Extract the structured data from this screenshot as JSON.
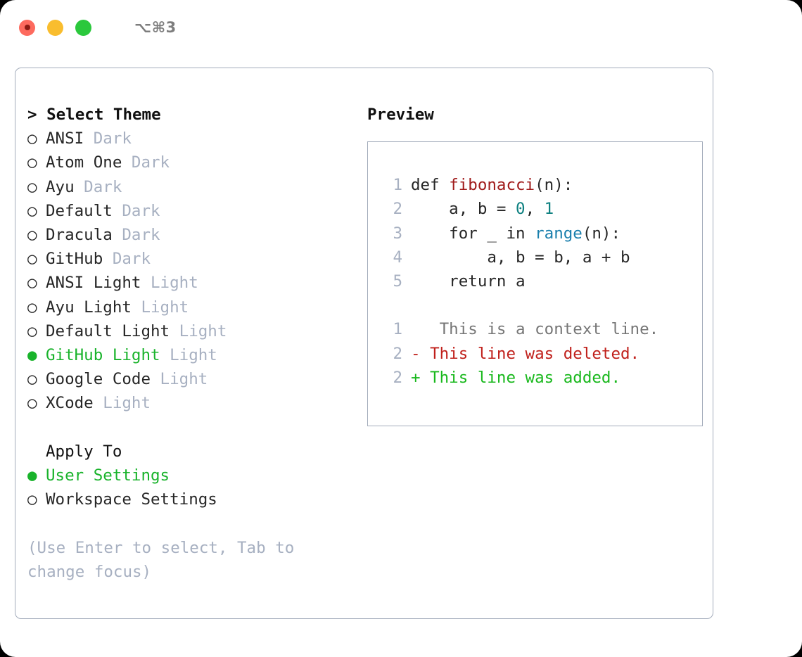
{
  "titlebar": {
    "shortcut": "⌥⌘3",
    "buttons": [
      {
        "name": "close",
        "color": "#fd6a5e"
      },
      {
        "name": "minimize",
        "color": "#f9bd2e"
      },
      {
        "name": "maximize",
        "color": "#2bc83c"
      }
    ]
  },
  "theme_list": {
    "header": "> Select Theme",
    "marker_selected": "●",
    "marker_unselected": "○",
    "items": [
      {
        "label": "ANSI",
        "variant": "Dark",
        "selected": false
      },
      {
        "label": "Atom One",
        "variant": "Dark",
        "selected": false
      },
      {
        "label": "Ayu",
        "variant": "Dark",
        "selected": false
      },
      {
        "label": "Default",
        "variant": "Dark",
        "selected": false
      },
      {
        "label": "Dracula",
        "variant": "Dark",
        "selected": false
      },
      {
        "label": "GitHub",
        "variant": "Dark",
        "selected": false
      },
      {
        "label": "ANSI Light",
        "variant": "Light",
        "selected": false
      },
      {
        "label": "Ayu Light",
        "variant": "Light",
        "selected": false
      },
      {
        "label": "Default Light",
        "variant": "Light",
        "selected": false
      },
      {
        "label": "GitHub Light",
        "variant": "Light",
        "selected": true
      },
      {
        "label": "Google Code",
        "variant": "Light",
        "selected": false
      },
      {
        "label": "XCode",
        "variant": "Light",
        "selected": false
      }
    ]
  },
  "apply_to": {
    "header": "Apply To",
    "items": [
      {
        "label": "User Settings",
        "selected": true
      },
      {
        "label": "Workspace Settings",
        "selected": false
      }
    ]
  },
  "hint": "(Use Enter to select, Tab to change focus)",
  "preview": {
    "title": "Preview",
    "code_lines": [
      {
        "num": "1",
        "segments": [
          {
            "text": "def ",
            "type": "plain"
          },
          {
            "text": "fibonacci",
            "type": "fn"
          },
          {
            "text": "(n):",
            "type": "plain"
          }
        ]
      },
      {
        "num": "2",
        "segments": [
          {
            "text": "    a, b = ",
            "type": "plain"
          },
          {
            "text": "0",
            "type": "num"
          },
          {
            "text": ", ",
            "type": "plain"
          },
          {
            "text": "1",
            "type": "num"
          }
        ]
      },
      {
        "num": "3",
        "segments": [
          {
            "text": "    for _ in ",
            "type": "plain"
          },
          {
            "text": "range",
            "type": "builtin"
          },
          {
            "text": "(n):",
            "type": "plain"
          }
        ]
      },
      {
        "num": "4",
        "segments": [
          {
            "text": "        a, b = b, a + b",
            "type": "plain"
          }
        ]
      },
      {
        "num": "5",
        "segments": [
          {
            "text": "    return a",
            "type": "plain"
          }
        ]
      }
    ],
    "diff_lines": [
      {
        "num": "1",
        "sign": " ",
        "text": "  This is a context line.",
        "kind": "context"
      },
      {
        "num": "2",
        "sign": "-",
        "text": " This line was deleted.",
        "kind": "deleted"
      },
      {
        "num": "2",
        "sign": "+",
        "text": " This line was added.",
        "kind": "added"
      }
    ]
  },
  "colors": {
    "selected_green": "#19b32b",
    "muted": "#a7b0c1",
    "border": "#a3acbb",
    "syntax_function": "#a01b1b",
    "syntax_number": "#0d8080",
    "syntax_builtin": "#1a7fad",
    "diff_deleted": "#c0201b",
    "diff_added": "#18b81c",
    "diff_context": "#767676"
  }
}
